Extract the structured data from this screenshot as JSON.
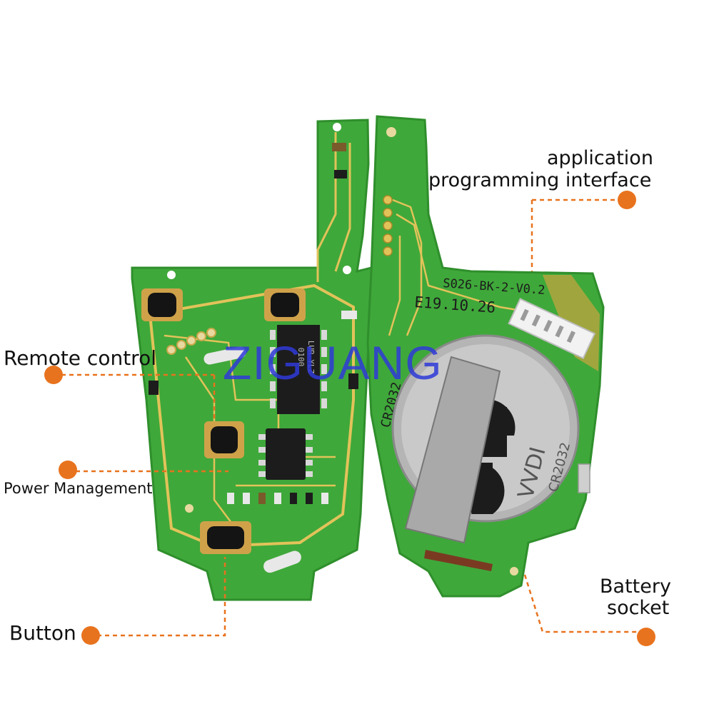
{
  "colors": {
    "pcb": "#3fa83a",
    "pcb_dark": "#2f8f2c",
    "trace": "#e2c35a",
    "callout": "#e8731e",
    "chip": "#1c1c1c",
    "metal": "#b9b9b9",
    "watermark": "#2f3ad8"
  },
  "watermark": "ZIGUANG",
  "labels": {
    "api_line1": "application",
    "api_line2": "programming interface",
    "remote_control": "Remote control",
    "power_management": "Power Management",
    "button": "Button",
    "battery_line1": "Battery",
    "battery_line2": "socket"
  },
  "pcb_markings": {
    "board_code": "S026-BK-2-V0.2",
    "date_code": "E19.10.26",
    "battery_print": "CR2032",
    "coin_cell_print": "VVDI",
    "coin_cell_model": "CR2032"
  },
  "chip_markings": {
    "line1": "0100",
    "line2": "LUR YLZ"
  }
}
